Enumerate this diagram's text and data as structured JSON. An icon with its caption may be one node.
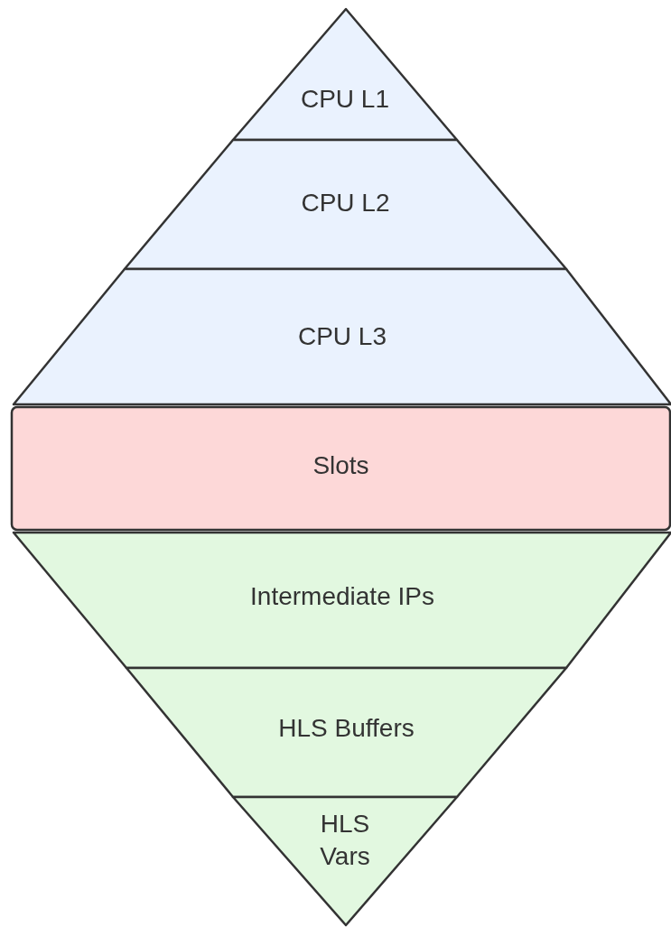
{
  "diagram": {
    "nodes": [
      {
        "text": [
          "CPU L1"
        ]
      },
      {
        "text": [
          "CPU L2"
        ]
      },
      {
        "text": [
          "CPU L3"
        ]
      },
      {
        "text": [
          "Slots"
        ]
      },
      {
        "text": [
          "Intermediate IPs"
        ]
      },
      {
        "text": [
          "HLS Buffers"
        ]
      },
      {
        "text": [
          "HLS Vars"
        ]
      }
    ]
  }
}
